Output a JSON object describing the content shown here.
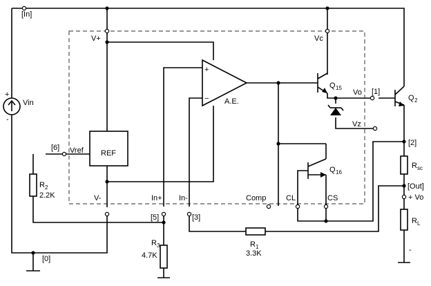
{
  "labels": {
    "in_pin": "[In]",
    "vin": "Vin",
    "vplus": "V+",
    "vc": "Vc",
    "q15": "Q",
    "q15_sub": "15",
    "vo_node": "Vo",
    "pin1": "[1]",
    "q2": "Q",
    "q2_sub": "2",
    "ae": "A.E.",
    "vz": "Vz",
    "pin6": "[6]",
    "vref": "Vref",
    "ref": "REF",
    "r2": "R",
    "r2_sub": "2",
    "r2_val": "2.2K",
    "q16": "Q",
    "q16_sub": "16",
    "pin2": "[2]",
    "rsc": "R",
    "rsc_sub": "sc",
    "out_pin": "[Out]",
    "vo_out": "+ Vo",
    "vminus": "V-",
    "in_plus": "In+",
    "in_minus": "In-",
    "comp": "Comp",
    "cl": "CL",
    "cs": "CS",
    "rl": "R",
    "rl_sub": "L",
    "pin5": "[5]",
    "pin3": "[3]",
    "r3": "R",
    "r3_sub": "3",
    "r3_val": "4.7K",
    "r1": "R",
    "r1_sub": "1",
    "r1_val": "3.3K",
    "pin0": "[0]",
    "minus_out": "-",
    "plus_src": "+",
    "minus_src": "-",
    "plus_op": "+",
    "minus_op": "−"
  }
}
